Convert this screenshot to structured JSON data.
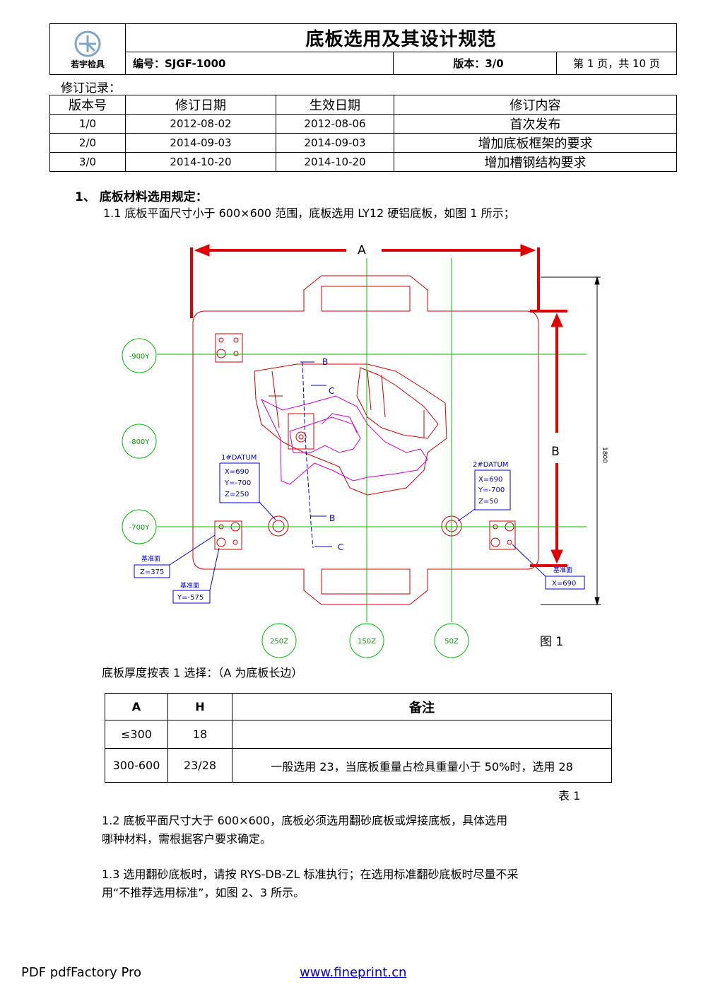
{
  "header": {
    "company": "若宇检具",
    "title": "底板选用及其设计规范",
    "doc_no": "编号：SJGF-1000",
    "version": "版本：3/0",
    "page": "第 1 页，共 10 页"
  },
  "revision": {
    "caption": "修订记录：",
    "columns": [
      "版本号",
      "修订日期",
      "生效日期",
      "修订内容"
    ],
    "rows": [
      [
        "1/0",
        "2012-08-02",
        "2012-08-06",
        "首次发布"
      ],
      [
        "2/0",
        "2014-09-03",
        "2014-09-03",
        "增加底板框架的要求"
      ],
      [
        "3/0",
        "2014-10-20",
        "2014-10-20",
        "增加槽钢结构要求"
      ]
    ]
  },
  "section1": {
    "heading": "1、 底板材料选用规定：",
    "p1_1": "1.1 底板平面尺寸小于 600×600 范围，底板选用 LY12 硬铝底板，如图 1 所示；"
  },
  "figure": {
    "label_a": "A",
    "label_b": "B",
    "dim_text": "1800",
    "caption": "图 1",
    "circles_left": [
      "-900Y",
      "-800Y",
      "-700Y"
    ],
    "circles_bottom": [
      "250Z",
      "150Z",
      "50Z"
    ],
    "datum1": {
      "title": "1#DATUM",
      "x": "X=690",
      "y": "Y=-700",
      "z": "Z=250"
    },
    "datum2": {
      "title": "2#DATUM",
      "x": "X=690",
      "y": "Y=-700",
      "z": "Z=50"
    },
    "ref_z": "Z=375",
    "ref_y": "Y=-575",
    "ref_x": "X=690",
    "ref_label1": "基准面",
    "ref_label2": "基准面",
    "ref_label3": "基准面",
    "sec_b": "B",
    "sec_c": "C"
  },
  "thickness": {
    "intro": "底板厚度按表 1 选择：（A 为底板长边）",
    "columns": [
      "A",
      "H",
      "备注"
    ],
    "rows": [
      [
        "≤300",
        "18",
        ""
      ],
      [
        "300-600",
        "23/28",
        "一般选用 23，当底板重量占检具重量小于 50%时，选用 28"
      ]
    ],
    "caption": "表 1"
  },
  "p1_2a": "1.2 底板平面尺寸大于 600×600，底板必须选用翻砂底板或焊接底板，具体选用",
  "p1_2b": "哪种材料，需根据客户要求确定。",
  "p1_3a": "1.3 选用翻砂底板时，请按 RYS-DB-ZL 标准执行；在选用标准翻砂底板时尽量不采",
  "p1_3b": "用“不推荐选用标准”，如图 2、3 所示。",
  "footer": {
    "left": "PDF  pdfFactory Pro",
    "link": "www.fineprint.cn"
  }
}
